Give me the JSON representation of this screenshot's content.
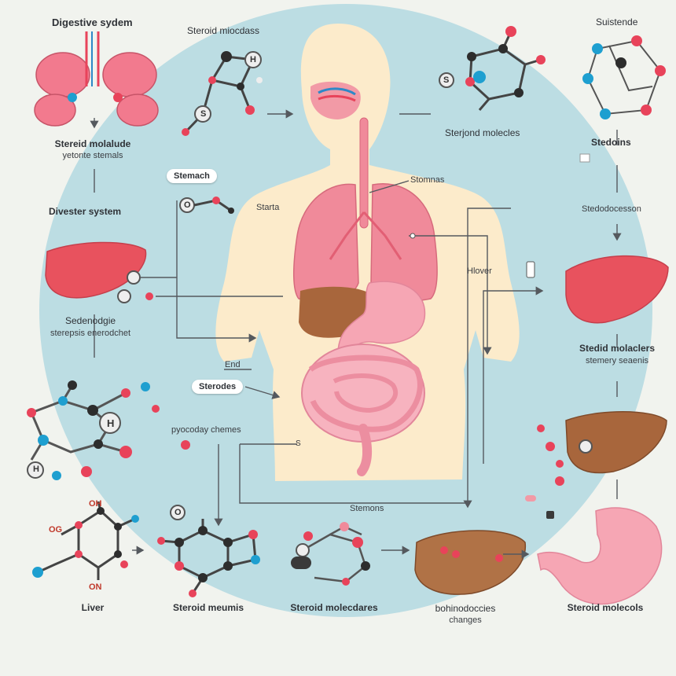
{
  "colors": {
    "background": "#f1f3ee",
    "circle": "#bcdde3",
    "body": "#fcebcb",
    "lung": "#f08a9a",
    "liver_red": "#e8525e",
    "liver_brown": "#a8663c",
    "stomach": "#f6a6b4",
    "atom_red": "#e8435a",
    "atom_blue": "#1e9fd0",
    "atom_black": "#2d2d2d"
  },
  "labels": {
    "digestive_system_top": "Digestive sydem",
    "steroid_molecules_top": "Steroid miocdass",
    "substance_top": "Suistende",
    "steroid_molecule_left_line1": "Stereid molalude",
    "steroid_molecule_left_line2": "yetonte stemals",
    "steroid_molecules_upper_right": "Sterjond molecles",
    "steroins_right": "Stedoins",
    "stomach_pill": "Stemach",
    "starta": "Starta",
    "stomnas": "Stomnas",
    "digestive_system_left": "Divester system",
    "stedodoceeson": "Stedodocesson",
    "hlover": "Hlover",
    "sedenodgie_line1": "Sedenodgie",
    "sedenodgie_line2": "sterepsis enerodchet",
    "steroid_molecules_right_line1": "Stedid molaclers",
    "steroid_molecules_right_line2": "stemery seaenis",
    "end": "End",
    "steroides_pill": "Sterodes",
    "pyocoday": "pyocoday chemes",
    "s_label": "S",
    "stemons": "Stemons",
    "liver_bottom": "Liver",
    "steroid_meumis": "Steroid meumis",
    "steroid_molecdares": "Steroid molecdares",
    "bohinodoccies_line1": "bohinodoccies",
    "bohinodoccies_line2": "changes",
    "steroid_molecols": "Steroid molecols"
  },
  "atom_labels": {
    "h_top": "H",
    "s_top": "S",
    "o_stomach": "O",
    "h_left": "H",
    "h_left2": "H",
    "oh": "OH",
    "og": "OG",
    "on": "ON",
    "o_mid": "O",
    "s_upper_right": "S"
  }
}
